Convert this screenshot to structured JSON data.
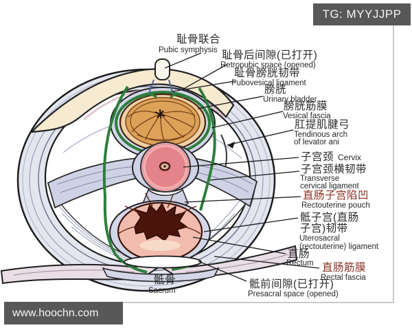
{
  "badge": {
    "text": "TG: MYYJJPP"
  },
  "watermark": {
    "text": "www.hoochn.com"
  },
  "figure": {
    "subject": "female pelvis axial cross-section, fasciae and pelvic spaces",
    "colors": {
      "bone": "#f6ead0",
      "muscle_ring": "#e3e5ef",
      "fascia_gray": "#d2d6e6",
      "fascia_green": "#2e7d3c",
      "bladder_fill": "#dda158",
      "bladder_rim": "#f2cfa4",
      "cervix_fill": "#e5838a",
      "rectum_rim": "#f1bcae",
      "rectum_lumen": "#4b150b",
      "sacrum_band": "#e9dde6",
      "label_red": "#8a3020",
      "badge_bg": "#585858"
    }
  },
  "labels": {
    "pubic_symphysis": {
      "cn": "耻骨联合",
      "en": "Pubic symphysis"
    },
    "retropubic_space": {
      "cn": "耻骨后间隙(已打开)",
      "en": "Retropubic space (opened)"
    },
    "pubovesical_ligament": {
      "cn": "耻骨膀胱韧带",
      "en": "Pubovesical ligament"
    },
    "urinary_bladder": {
      "cn": "膀胱",
      "en": "Urinary bladder"
    },
    "vesical_fascia": {
      "cn": "膀胱筋膜",
      "en": "Vesical fascia"
    },
    "tendinous_arch_levator_ani": {
      "cn": "肛提肌腱弓",
      "en_line1": "Tendinous arch",
      "en_line2": "of levator ani"
    },
    "cervix": {
      "cn": "子宫颈",
      "en": "Cervix"
    },
    "transverse_cervical_ligament": {
      "cn": "子宫颈横韧带",
      "en_line1": "Transverse",
      "en_line2": "cervical ligament"
    },
    "rectouterine_pouch": {
      "cn": "直肠子宫陷凹",
      "en": "Rectouterine pouch"
    },
    "uterosacral_ligament": {
      "cn_line1": "骶子宫(直肠",
      "cn_line2": "子宫)韧带",
      "en_line1": "Uterosacral",
      "en_line2": "(rectouterine) ligament"
    },
    "rectum": {
      "cn": "直肠",
      "en": "Rectum"
    },
    "rectal_fascia": {
      "cn": "直肠筋膜",
      "en": "Rectal fascia"
    },
    "presacral_space": {
      "cn": "骶前间隙(已打开)",
      "en": "Presacral space (opened)"
    },
    "sacrum": {
      "cn": "骶骨",
      "en": "Sacrum"
    }
  }
}
